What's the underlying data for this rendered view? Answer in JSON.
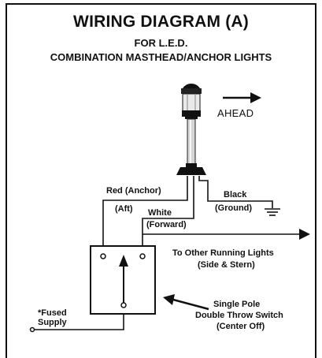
{
  "title": "WIRING DIAGRAM (A)",
  "subtitle_1": "FOR L.E.D.",
  "subtitle_2": "COMBINATION MASTHEAD/ANCHOR LIGHTS",
  "labels": {
    "ahead": "AHEAD",
    "red_anchor": "Red (Anchor)",
    "aft": "(Aft)",
    "white": "White",
    "forward": "(Forward)",
    "black": "Black",
    "ground": "(Ground)",
    "other_lights_1": "To Other Running Lights",
    "other_lights_2": "(Side & Stern)",
    "switch_1": "Single Pole",
    "switch_2": "Double Throw Switch",
    "switch_3": "(Center Off)",
    "fused_1": "*Fused",
    "fused_2": "Supply"
  },
  "colors": {
    "line": "#111111",
    "background": "#ffffff"
  }
}
